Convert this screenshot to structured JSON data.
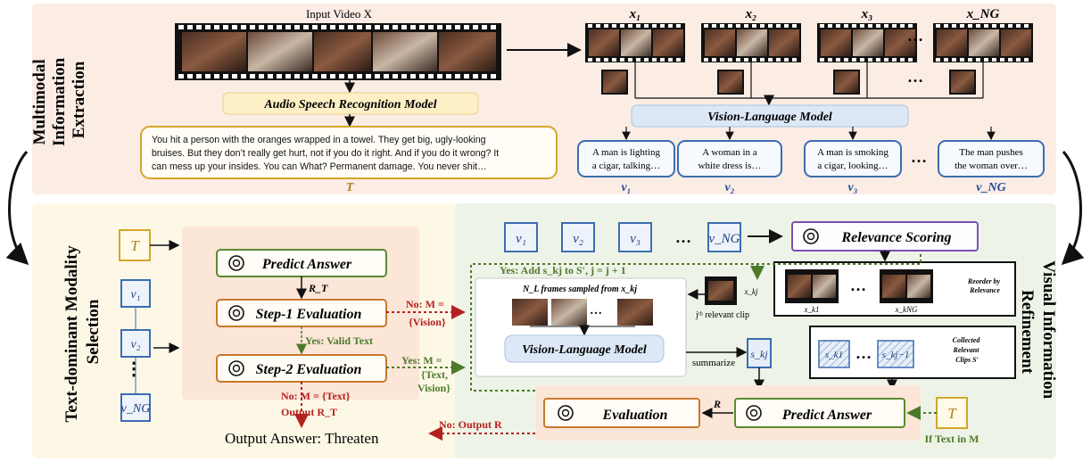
{
  "top": {
    "section_title": [
      "Multimodal",
      "Information",
      "Extraction"
    ],
    "input_video_label": "Input Video X",
    "clip_labels": [
      "x₁",
      "x₂",
      "x₃",
      "x_NG"
    ],
    "asr_model": "Audio Speech Recognition Model",
    "vlm_model": "Vision-Language Model",
    "transcript_lines": [
      "You hit a person with the oranges wrapped in a towel. They get big, ugly-looking",
      "bruises. But they don’t really get hurt, not if you do it right. And if you do it wrong? It",
      "can mess up your insides. You can What? Permanent damage. You never shit…"
    ],
    "transcript_symbol": "T",
    "captions": [
      [
        "A man is lighting",
        "a cigar, talking…"
      ],
      [
        "A woman in a",
        "white dress is…"
      ],
      [
        "A man is smoking",
        "a cigar, looking…"
      ],
      [
        "The man pushes",
        "the woman over…"
      ]
    ],
    "caption_symbols": [
      "v₁",
      "v₂",
      "v₃",
      "v_NG"
    ],
    "ellipsis": "…"
  },
  "left": {
    "section_title": [
      "Text-dominant Modality",
      "Selection"
    ],
    "t_box": "T",
    "v_boxes": [
      "v₁",
      "v₂",
      "⋮",
      "v_NG"
    ],
    "predict_answer": "Predict Answer",
    "r_t_label": "R_T",
    "step1": "Step-1 Evaluation",
    "step2": "Step-2 Evaluation",
    "yes_valid_text": "Yes: Valid Text",
    "no_vision": [
      "No: M =",
      "{Vision}"
    ],
    "yes_text_vision": [
      "Yes: M =",
      "{Text,",
      "Vision}"
    ],
    "no_text": "No: M = {Text}",
    "output_rt": "Output R_T",
    "output_answer": "Output Answer: Threaten"
  },
  "right": {
    "section_title": [
      "Visual Information",
      "Refinement"
    ],
    "v_boxes": [
      "v₁",
      "v₂",
      "v₃",
      "v_NG"
    ],
    "relevance_scoring": "Relevance Scoring",
    "reorder_label": [
      "Reorder by",
      "Relevance"
    ],
    "reorder_clip_labels": [
      "x_k1",
      "x_kNG"
    ],
    "yes_add": "Yes: Add s_kj to S′, j = j + 1",
    "nl_frames": "N_L frames sampled from x_kj",
    "vlm_model": "Vision-Language Model",
    "jth_clip": "jᵗʰ relevant clip",
    "xkj": "x_kj",
    "summarize": "summarize",
    "s_kj": "s_kj",
    "collected": [
      "s_k1",
      "s_kj−1"
    ],
    "collected_label": [
      "Collected",
      "Relevant",
      "Clips S′"
    ],
    "r_label": "R",
    "evaluation": "Evaluation",
    "predict_answer": "Predict Answer",
    "t_box": "T",
    "if_text": "If Text in M",
    "no_output_r": "No: Output R"
  },
  "colors": {
    "top_bg": "#fbece4",
    "left_bg": "#fdf8e6",
    "left_inner_bg": "#fbe6d8",
    "right_bg": "#eef3e7",
    "blue": "#3b6db0",
    "orange": "#c8782c",
    "gold": "#c9a227",
    "purple": "#7b4fb3",
    "red": "#b42020",
    "green": "#4d7a2a"
  }
}
